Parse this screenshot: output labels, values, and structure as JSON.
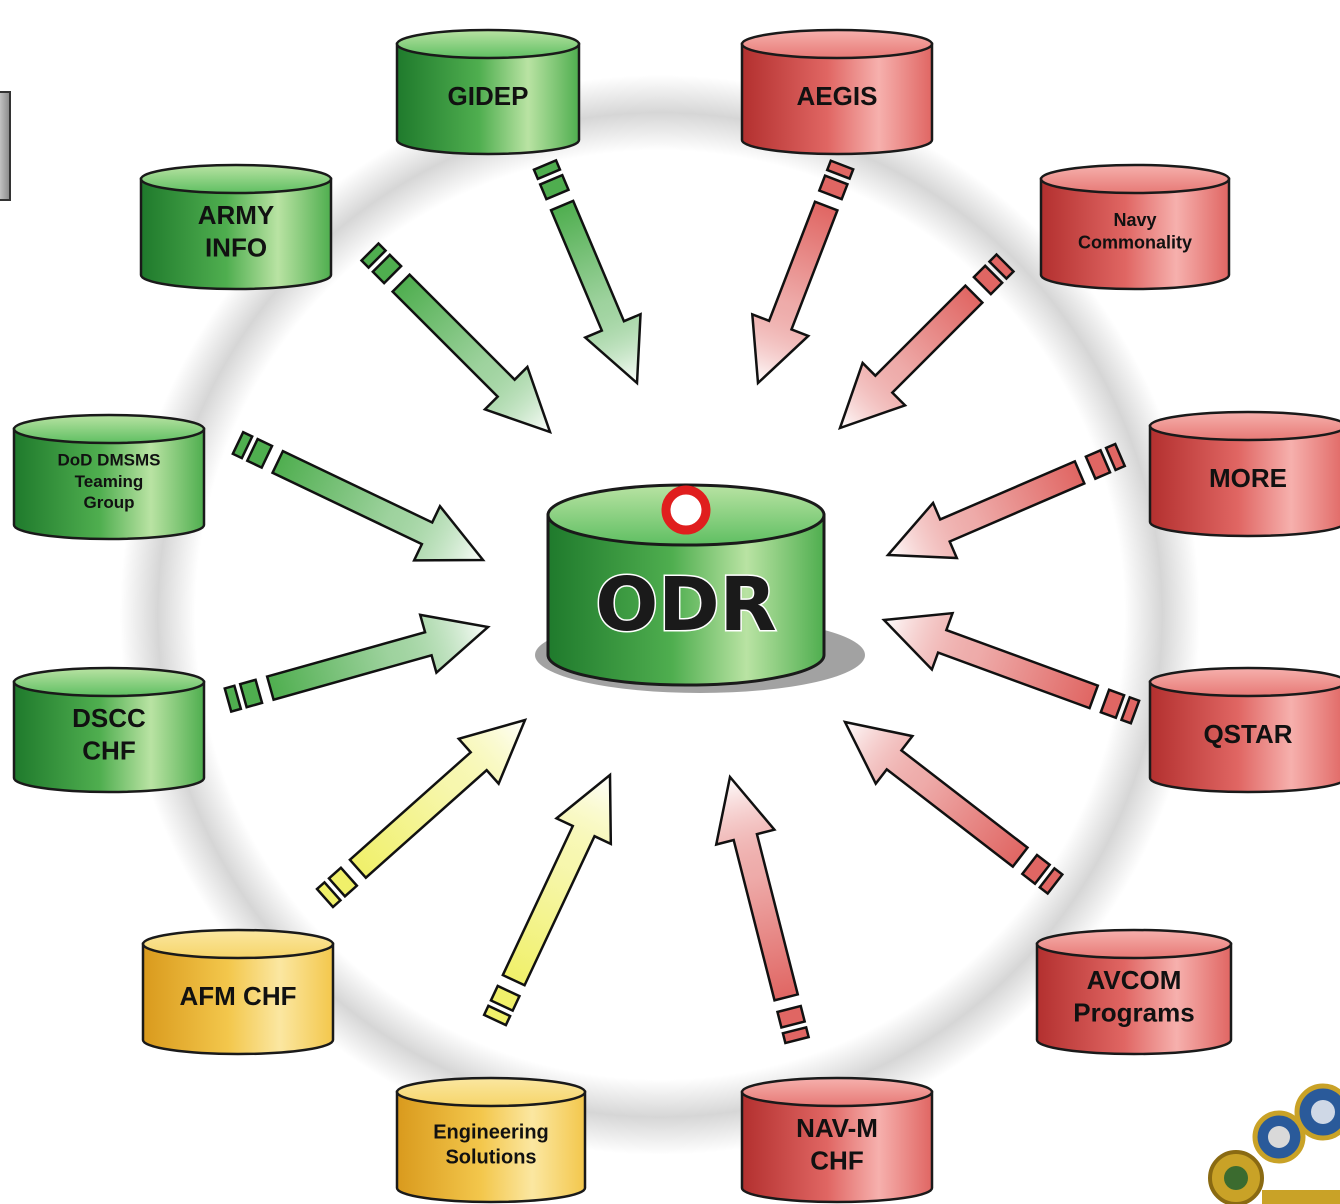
{
  "center": {
    "label": "ODR"
  },
  "nodes": [
    {
      "id": "gidep",
      "lines": [
        "GIDEP"
      ],
      "color": "green"
    },
    {
      "id": "aegis",
      "lines": [
        "AEGIS"
      ],
      "color": "red"
    },
    {
      "id": "army-info",
      "lines": [
        "ARMY",
        "INFO"
      ],
      "color": "green"
    },
    {
      "id": "navy-commonality",
      "lines": [
        "Navy",
        "Commonality"
      ],
      "color": "red"
    },
    {
      "id": "dod-dmsms",
      "lines": [
        "DoD DMSMS",
        "Teaming",
        "Group"
      ],
      "color": "green"
    },
    {
      "id": "more",
      "lines": [
        "MORE"
      ],
      "color": "red"
    },
    {
      "id": "dscc-chf",
      "lines": [
        "DSCC",
        "CHF"
      ],
      "color": "green"
    },
    {
      "id": "qstar",
      "lines": [
        "QSTAR"
      ],
      "color": "red"
    },
    {
      "id": "afm-chf",
      "lines": [
        "AFM CHF"
      ],
      "color": "yellow"
    },
    {
      "id": "avcom-programs",
      "lines": [
        "AVCOM",
        "Programs"
      ],
      "color": "red"
    },
    {
      "id": "engineering-solutions",
      "lines": [
        "Engineering",
        "Solutions"
      ],
      "color": "yellow"
    },
    {
      "id": "nav-m-chf",
      "lines": [
        "NAV-M",
        "CHF"
      ],
      "color": "red"
    }
  ],
  "palette": {
    "green": {
      "light": "#b9e3a3",
      "mid": "#4fae4f",
      "dark": "#1f7a2c",
      "top": "#5fbf62"
    },
    "red": {
      "light": "#f6b0ad",
      "mid": "#e06663",
      "dark": "#b3302f",
      "top": "#e77a76"
    },
    "yellow": {
      "light": "#fbe7a1",
      "mid": "#f3c74c",
      "dark": "#d99a1d",
      "top": "#f6d56a"
    },
    "arrow_yellow": "#f0f06a",
    "ring": "#dcdcdc",
    "red_mark": "#e01e1e"
  }
}
